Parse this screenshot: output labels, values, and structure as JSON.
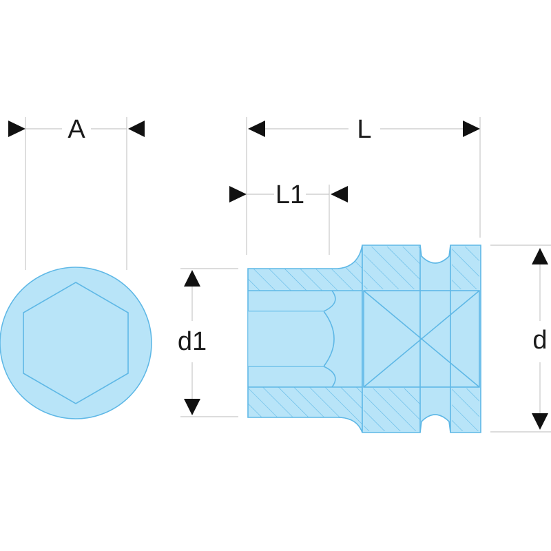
{
  "labels": {
    "A": "A",
    "L": "L",
    "L1": "L1",
    "d1": "d1",
    "d": "d"
  },
  "colors": {
    "part_fill": "#b8e4f8",
    "part_stroke": "#5fb8e6",
    "dimension_line": "#c8c8c8",
    "arrow": "#111111",
    "text": "#1a1a1a"
  }
}
